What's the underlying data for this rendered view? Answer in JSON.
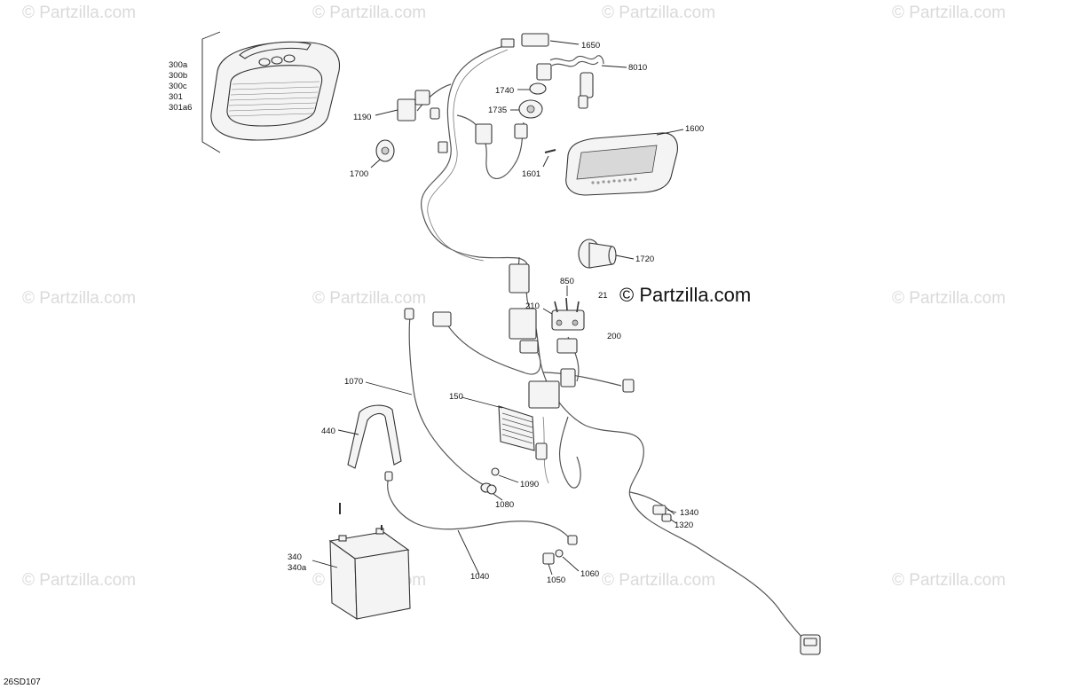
{
  "watermark": {
    "text": "© Partzilla.com",
    "brand_text": "© Partzilla.com"
  },
  "diagram_code": "26SD107",
  "callouts": {
    "c300a": "300a",
    "c300b": "300b",
    "c300c": "300c",
    "c301": "301",
    "c301a6": "301a6",
    "c1650": "1650",
    "c8010": "8010",
    "c1740": "1740",
    "c1735": "1735",
    "c1190": "1190",
    "c1600": "1600",
    "c1601": "1601",
    "c1700": "1700",
    "c1720": "1720",
    "c850": "850",
    "c210": "210",
    "c211": "21",
    "c200": "200",
    "c1070": "1070",
    "c150": "150",
    "c440": "440",
    "c1090": "1090",
    "c1080": "1080",
    "c1340": "1340",
    "c1320": "1320",
    "c340": "340",
    "c340a": "340a",
    "c1040": "1040",
    "c1060": "1060",
    "c1050": "1050"
  }
}
